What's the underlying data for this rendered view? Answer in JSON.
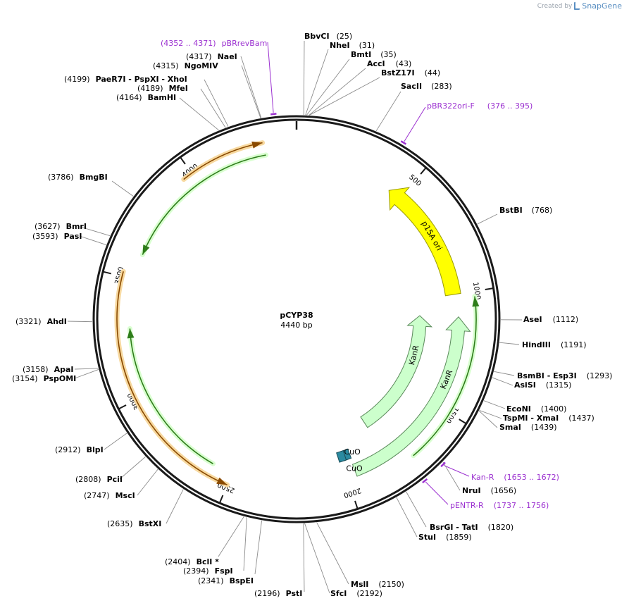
{
  "brand": {
    "created_by": "Created by",
    "name": "SnapGene"
  },
  "plasmid": {
    "name": "pCYP38",
    "size_label": "4440 bp",
    "length": 4440
  },
  "colors": {
    "ring": "#1a1a1a",
    "leader": "#8c8c8c",
    "primer": "#9b30d0",
    "ori_fill": "#ffff00",
    "ori_stroke": "#9a9a00",
    "kan_fill": "#ccffcc",
    "kan_stroke": "#5a8a5a",
    "orange_fill": "#f7d9a0",
    "orange_stroke": "#8a4a00",
    "green_fill": "#d9ffd0",
    "green_stroke": "#2e7d1a",
    "cuo": "#2a8aa0"
  },
  "ticks": [
    {
      "label": "500",
      "bp": 500
    },
    {
      "label": "1000",
      "bp": 1000
    },
    {
      "label": "1500",
      "bp": 1500
    },
    {
      "label": "2000",
      "bp": 2000
    },
    {
      "label": "2500",
      "bp": 2500
    },
    {
      "label": "3000",
      "bp": 3000
    },
    {
      "label": "3500",
      "bp": 3500
    },
    {
      "label": "4000",
      "bp": 4000
    }
  ],
  "features": [
    {
      "label": "p15A ori",
      "type": "ori",
      "start": 440,
      "end": 1000,
      "direction": "reverse"
    },
    {
      "label": "KanR",
      "type": "kanr",
      "start": 1100,
      "end": 1960,
      "direction": "reverse"
    },
    {
      "label": "KanR",
      "type": "kanr",
      "start": 1090,
      "end": 1810,
      "direction": "reverse"
    },
    {
      "label": "CuO",
      "type": "cuo",
      "start": 1969,
      "end": 1975,
      "direction": "forward"
    },
    {
      "label": "CuO",
      "type": "cuo",
      "start": 1994,
      "end": 2000,
      "direction": "forward"
    }
  ],
  "sites": [
    {
      "name": "BbvCI",
      "pos": "(25)"
    },
    {
      "name": "NheI",
      "pos": "(31)"
    },
    {
      "name": "BmtI",
      "pos": "(35)"
    },
    {
      "name": "AccI",
      "pos": "(43)"
    },
    {
      "name": "BstZ17I",
      "pos": "(44)"
    },
    {
      "name": "SacII",
      "pos": "(283)"
    },
    {
      "name": "BstBI",
      "pos": "(768)"
    },
    {
      "name": "AseI",
      "pos": "(1112)"
    },
    {
      "name": "HindIII",
      "pos": "(1191)"
    },
    {
      "name": "BsmBI - Esp3I",
      "pos": "(1293)"
    },
    {
      "name": "AsiSI",
      "pos": "(1315)"
    },
    {
      "name": "EcoNI",
      "pos": "(1400)"
    },
    {
      "name": "TspMI - XmaI",
      "pos": "(1437)"
    },
    {
      "name": "SmaI",
      "pos": "(1439)"
    },
    {
      "name": "NruI",
      "pos": "(1656)"
    },
    {
      "name": "BsrGI - TatI",
      "pos": "(1820)"
    },
    {
      "name": "StuI",
      "pos": "(1859)"
    },
    {
      "name": "MslI",
      "pos": "(2150)"
    },
    {
      "name": "SfcI",
      "pos": "(2192)"
    },
    {
      "name": "PstI",
      "pos": "(2196)"
    },
    {
      "name": "BspEI",
      "pos": "(2341)"
    },
    {
      "name": "FspI",
      "pos": "(2394)"
    },
    {
      "name": "BclI *",
      "pos": "(2404)"
    },
    {
      "name": "BstXI",
      "pos": "(2635)"
    },
    {
      "name": "MscI",
      "pos": "(2747)"
    },
    {
      "name": "PciI",
      "pos": "(2808)"
    },
    {
      "name": "BlpI",
      "pos": "(2912)"
    },
    {
      "name": "PspOMI",
      "pos": "(3154)"
    },
    {
      "name": "ApaI",
      "pos": "(3158)"
    },
    {
      "name": "AhdI",
      "pos": "(3321)"
    },
    {
      "name": "PasI",
      "pos": "(3593)"
    },
    {
      "name": "BmrI",
      "pos": "(3627)"
    },
    {
      "name": "BmgBI",
      "pos": "(3786)"
    },
    {
      "name": "BamHI",
      "pos": "(4164)"
    },
    {
      "name": "MfeI",
      "pos": "(4189)"
    },
    {
      "name": "PaeR7I - PspXI - XhoI",
      "pos": "(4199)"
    },
    {
      "name": "NgoMIV",
      "pos": "(4315)"
    },
    {
      "name": "NaeI",
      "pos": "(4317)"
    }
  ],
  "primers": [
    {
      "name": "pBRrevBam",
      "range": "(4352 .. 4371)",
      "bp": 4361
    },
    {
      "name": "pBR322ori-F",
      "range": "(376 .. 395)",
      "bp": 385
    },
    {
      "name": "Kan-R",
      "range": "(1653 .. 1672)",
      "bp": 1662
    },
    {
      "name": "pENTR-R",
      "range": "(1737 .. 1756)",
      "bp": 1746
    }
  ]
}
